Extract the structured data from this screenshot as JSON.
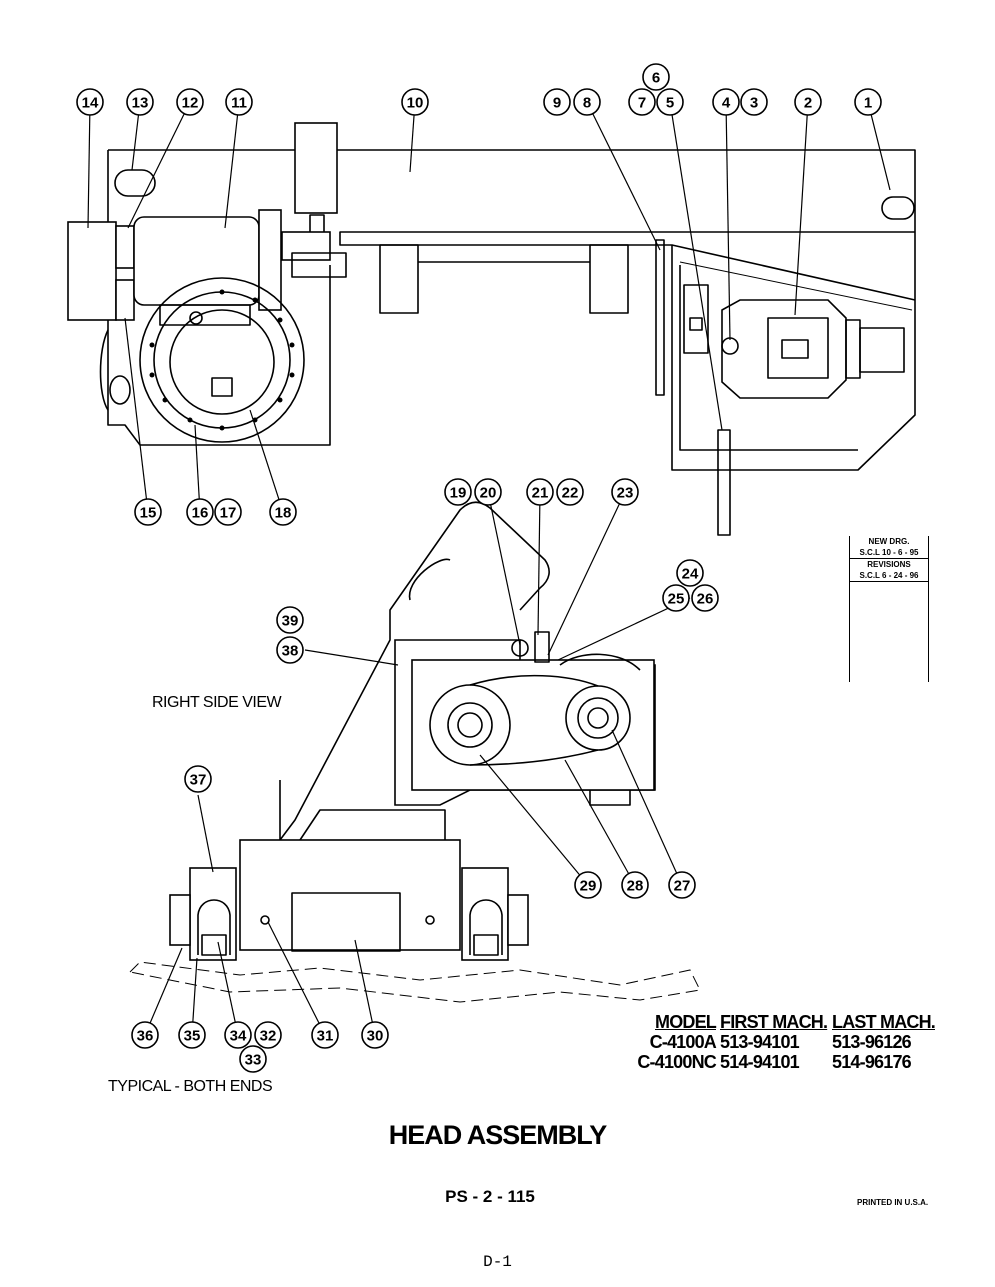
{
  "callouts": [
    "1",
    "2",
    "3",
    "4",
    "5",
    "6",
    "7",
    "8",
    "9",
    "10",
    "11",
    "12",
    "13",
    "14",
    "15",
    "16",
    "17",
    "18",
    "19",
    "20",
    "21",
    "22",
    "23",
    "24",
    "25",
    "26",
    "27",
    "28",
    "29",
    "30",
    "31",
    "32",
    "33",
    "34",
    "35",
    "36",
    "37",
    "38",
    "39"
  ],
  "view_label": "RIGHT SIDE VIEW",
  "ends_label": "TYPICAL - BOTH ENDS",
  "title": "HEAD ASSEMBLY",
  "page_number": "PS - 2 - 115",
  "printed": "PRINTED IN U.S.A.",
  "footer": "D-1",
  "revision_box": {
    "new_drg_label": "NEW DRG.",
    "new_drg_value": "S.C.L  10 - 6 - 95",
    "revisions_label": "REVISIONS",
    "revisions_value": "S.C.L  6 - 24 - 96"
  },
  "model_table": {
    "headers": [
      "MODEL",
      "FIRST MACH.",
      "LAST MACH."
    ],
    "rows": [
      [
        "C-4100A",
        "513-94101",
        "513-96126"
      ],
      [
        "C-4100NC",
        "514-94101",
        "514-96176"
      ]
    ]
  }
}
